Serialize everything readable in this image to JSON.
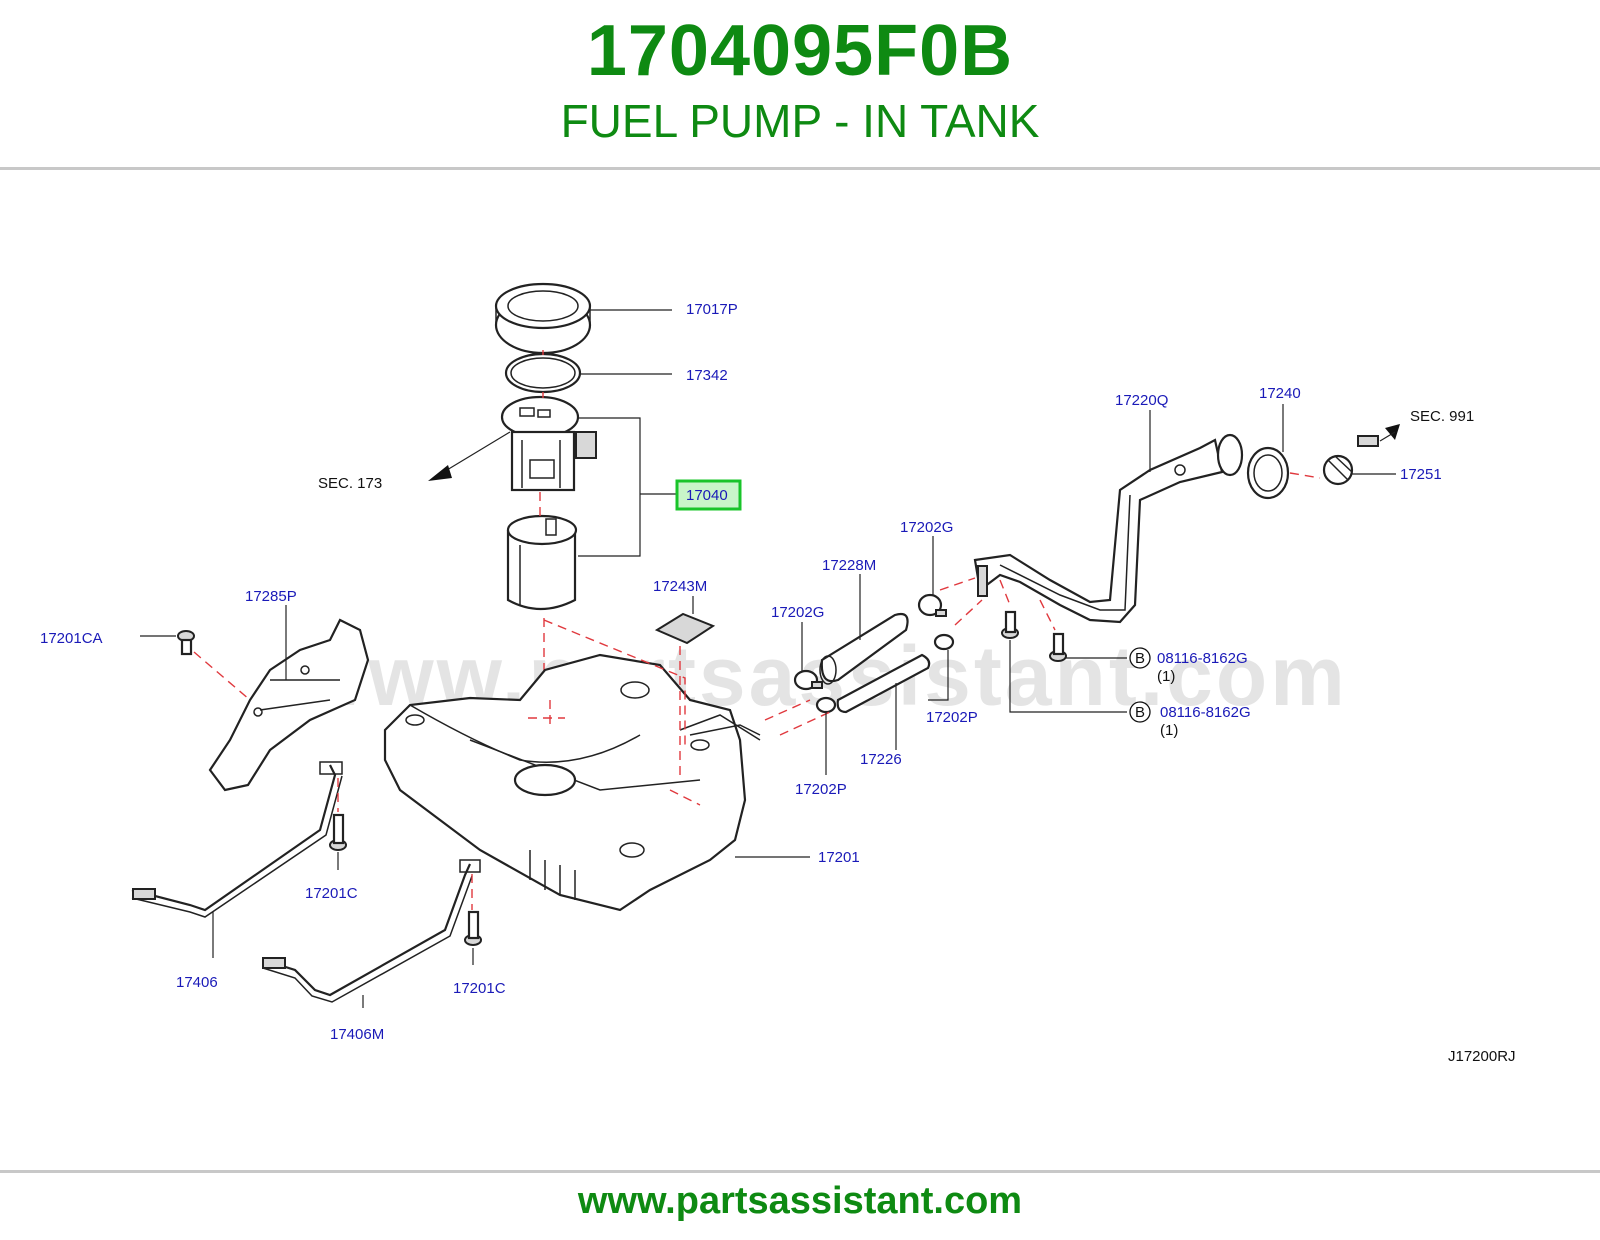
{
  "header": {
    "part_number": "1704095F0B",
    "description": "FUEL PUMP - IN TANK"
  },
  "watermark": "www.partsassistant.com",
  "diagram": {
    "code": "J17200RJ",
    "highlight_color": "#19c42a",
    "labels": {
      "p17017P": "17017P",
      "p17342": "17342",
      "p17040": "17040",
      "sec173": "SEC.   173",
      "p17243M": "17243M",
      "p17285P": "17285P",
      "p17201CA": "17201CA",
      "p17228M": "17228M",
      "p17202G_a": "17202G",
      "p17202G_b": "17202G",
      "p17220Q": "17220Q",
      "p17240": "17240",
      "sec991": "SEC.   991",
      "p17251": "17251",
      "p08116_a": "08116-8162G",
      "qty_a": "(1)",
      "p08116_b": "08116-8162G",
      "qty_b": "(1)",
      "b_marker_a": "B",
      "b_marker_b": "B",
      "p17202P_a": "17202P",
      "p17202P_b": "17202P",
      "p17226": "17226",
      "p17201": "17201",
      "p17201C_a": "17201C",
      "p17201C_b": "17201C",
      "p17406": "17406",
      "p17406M": "17406M"
    }
  },
  "footer": {
    "url": "www.partsassistant.com"
  }
}
